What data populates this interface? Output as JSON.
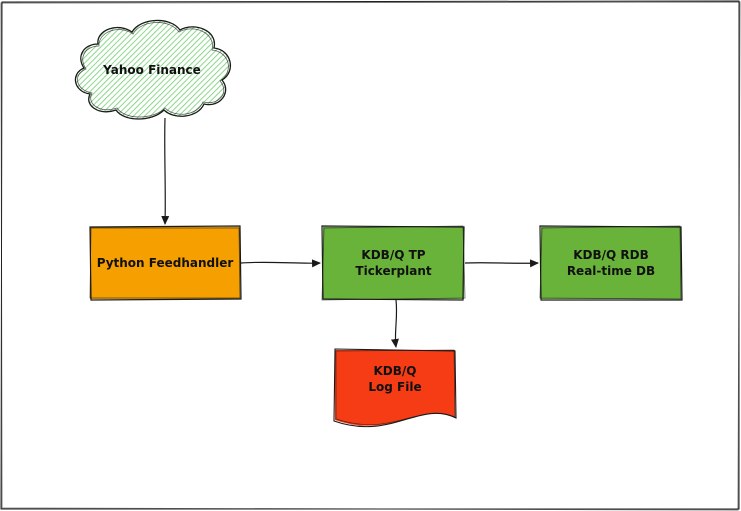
{
  "nodes": {
    "yahoo": {
      "line1": "Yahoo Finance",
      "fill": "#7ed17e",
      "shape": "cloud"
    },
    "feedhandler": {
      "line1": "Python Feedhandler",
      "fill": "#f5a000",
      "shape": "rectangle"
    },
    "tickerplant": {
      "line1": "KDB/Q TP",
      "line2": "Tickerplant",
      "fill": "#6ab33a",
      "shape": "rectangle"
    },
    "rdb": {
      "line1": "KDB/Q RDB",
      "line2": "Real-time DB",
      "fill": "#6ab33a",
      "shape": "rectangle"
    },
    "logfile": {
      "line1": "KDB/Q",
      "line2": "Log File",
      "fill": "#f53c14",
      "shape": "document"
    }
  },
  "edges": [
    {
      "from": "Yahoo Finance",
      "to": "Python Feedhandler"
    },
    {
      "from": "Python Feedhandler",
      "to": "KDB/Q TP Tickerplant"
    },
    {
      "from": "KDB/Q TP Tickerplant",
      "to": "KDB/Q RDB Real-time DB"
    },
    {
      "from": "KDB/Q TP Tickerplant",
      "to": "KDB/Q Log File"
    }
  ],
  "style": {
    "stroke": "#1a1a1a",
    "frame_stroke": "#222222"
  }
}
